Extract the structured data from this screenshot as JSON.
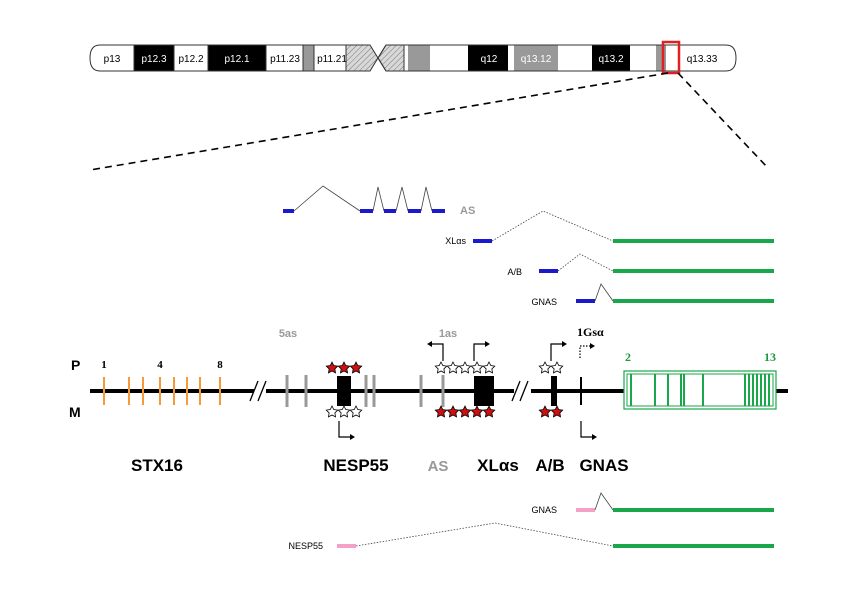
{
  "chromosome": {
    "bands": [
      "p13",
      "p12.3",
      "p12.2",
      "p12.1",
      "p11.23",
      "p11.21",
      "q12",
      "q13.12",
      "q13.2",
      "q13.33"
    ]
  },
  "transcripts_paternal": {
    "as": "AS",
    "xlas": "XLαs",
    "ab": "A/B",
    "gnas": "GNAS"
  },
  "locus": {
    "strand_p": "P",
    "strand_m": "M",
    "stx_exon_1": "1",
    "stx_exon_4": "4",
    "stx_exon_8": "8",
    "gnas_exon_2": "2",
    "gnas_exon_13": "13",
    "label_5as": "5as",
    "label_1as": "1as",
    "label_1gsa": "1Gsα"
  },
  "genes": {
    "stx16": "STX16",
    "nesp55": "NESP55",
    "as": "AS",
    "xlas": "XLαs",
    "ab": "A/B",
    "gnas": "GNAS"
  },
  "transcripts_maternal": {
    "gnas": "GNAS",
    "nesp55": "NESP55"
  },
  "colors": {
    "orange_exon": "#f59a3b",
    "gray_exon": "#999999",
    "blue_exon": "#1a1acc",
    "green_exon": "#1aa64a",
    "green_label": "#1a9a3a",
    "pink_exon": "#f4a0c8",
    "star_red": "#cc1111",
    "highlight_red": "#e02020"
  }
}
